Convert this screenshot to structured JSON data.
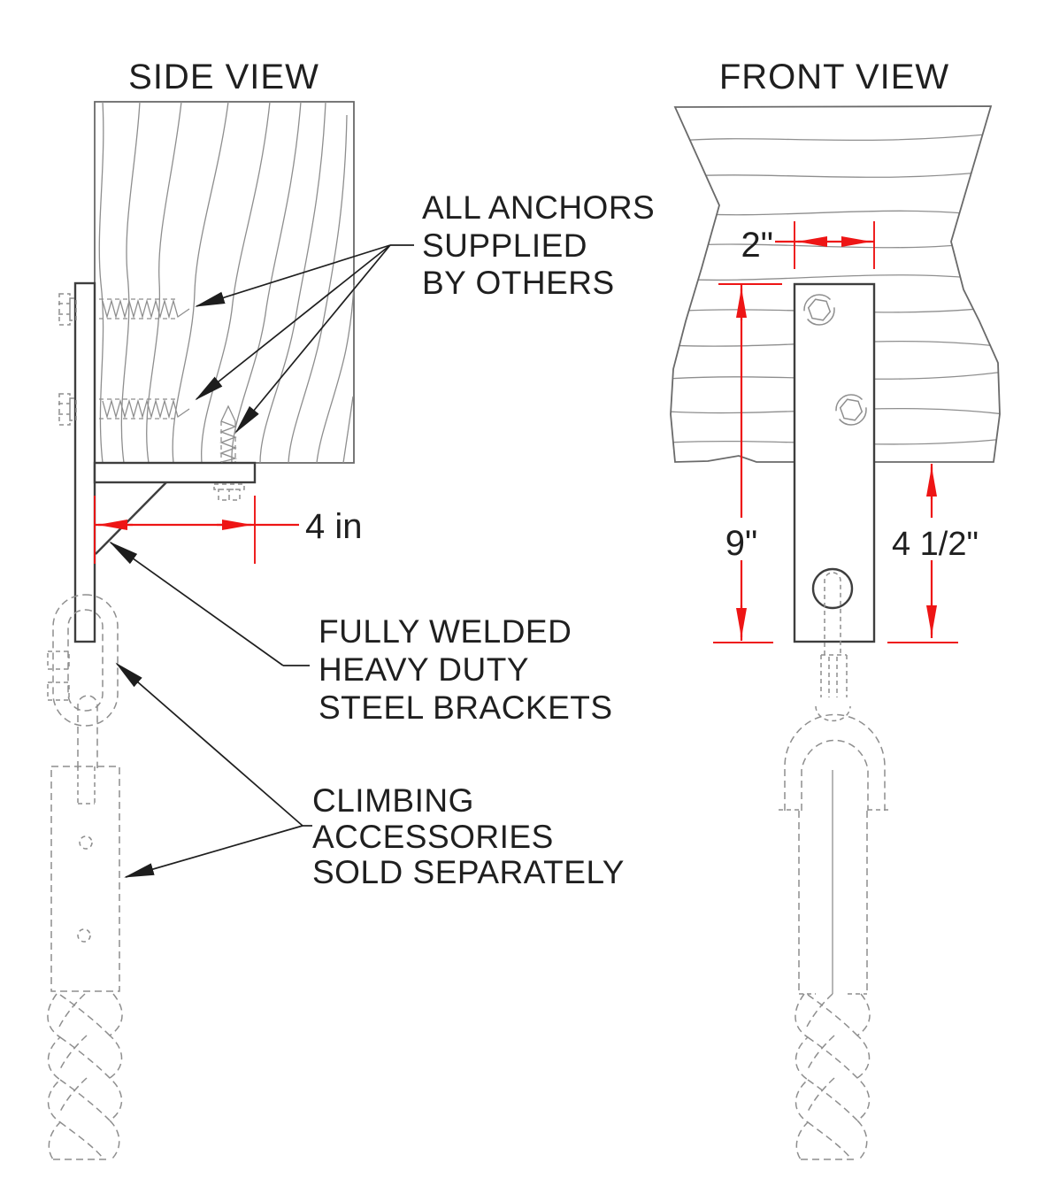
{
  "drawing": {
    "side_view": {
      "title": "SIDE VIEW",
      "dimension_width": "4 in",
      "callouts": {
        "anchors_line1": "ALL ANCHORS",
        "anchors_line2": "SUPPLIED",
        "anchors_line3": "BY OTHERS",
        "bracket_line1": "FULLY WELDED",
        "bracket_line2": "HEAVY DUTY",
        "bracket_line3": "STEEL BRACKETS",
        "accessories_line1": "CLIMBING",
        "accessories_line2": "ACCESSORIES",
        "accessories_line3": "SOLD SEPARATELY"
      }
    },
    "front_view": {
      "title": "FRONT VIEW",
      "dimension_plate_width": "2\"",
      "dimension_plate_height": "9\"",
      "dimension_below_limb": "4 1/2\""
    },
    "colors": {
      "dimension_red": "#ee1515",
      "outline_dark": "#3e3e3e",
      "hidden_gray": "#8e8e8e",
      "text_black": "#1f1f1f"
    }
  }
}
